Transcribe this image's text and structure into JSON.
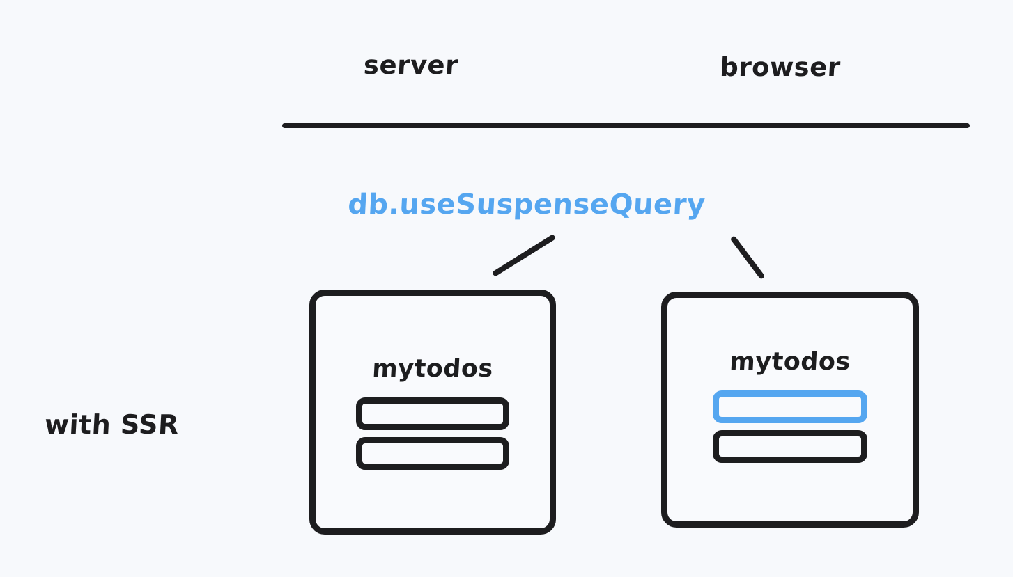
{
  "diagram": {
    "caption": "with SSR",
    "background_color": "#f7f9fc",
    "ink_color": "#1d1d1f",
    "accent_color": "#55a6f0",
    "columns": [
      {
        "key": "server",
        "label": "server"
      },
      {
        "key": "browser",
        "label": "browser"
      }
    ],
    "hook_label": "db.useSuspenseQuery",
    "connectors": [
      {
        "name": "connector-to-server",
        "from": "db.useSuspenseQuery",
        "to": "server"
      },
      {
        "name": "connector-to-browser",
        "from": "db.useSuspenseQuery",
        "to": "browser"
      }
    ],
    "boxes": [
      {
        "key": "server",
        "title": "mytodos",
        "rows": [
          {
            "state": "normal",
            "color": "#1d1d1f"
          },
          {
            "state": "normal",
            "color": "#1d1d1f"
          }
        ]
      },
      {
        "key": "browser",
        "title": "mytodos",
        "rows": [
          {
            "state": "highlighted",
            "color": "#55a6f0"
          },
          {
            "state": "normal",
            "color": "#1d1d1f"
          }
        ]
      }
    ]
  }
}
